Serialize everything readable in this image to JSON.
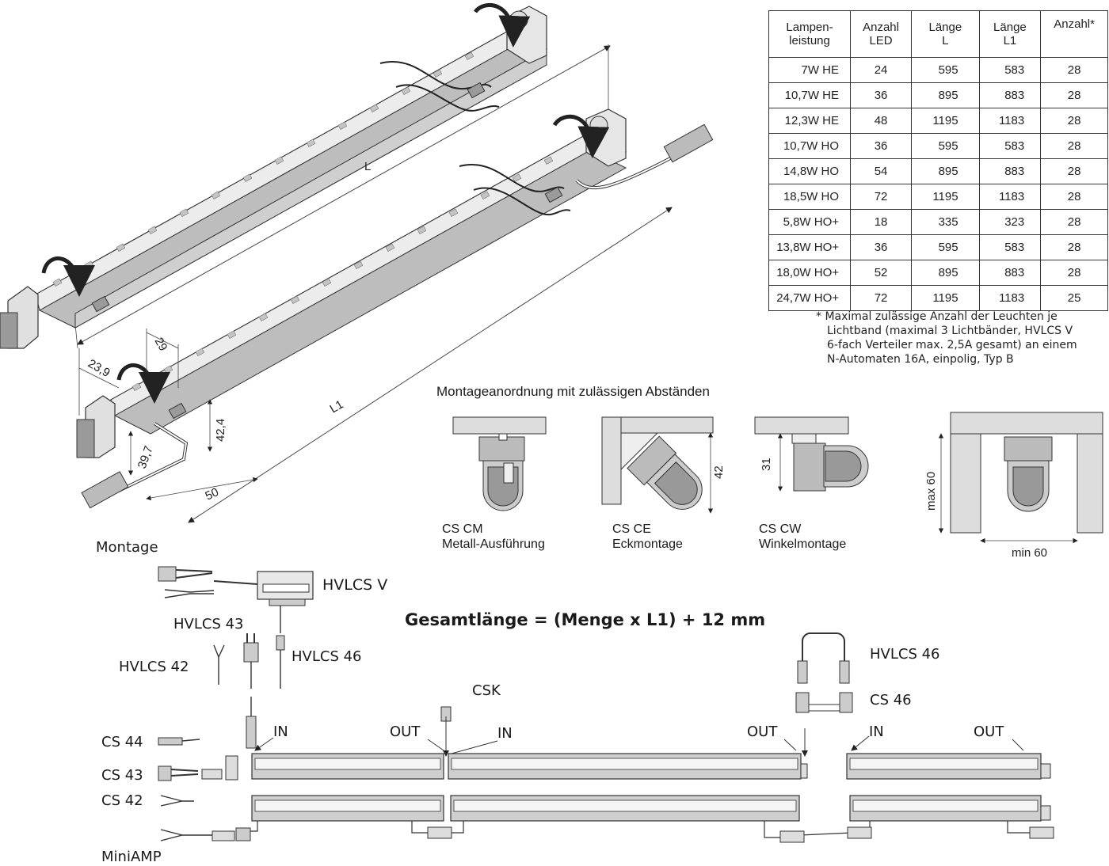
{
  "table": {
    "headers": [
      "Lampen-\nleistung",
      "Anzahl\nLED",
      "Länge\nL",
      "Länge\nL1",
      "Anzahl*"
    ],
    "rows": [
      [
        "7W HE",
        "24",
        "595",
        "583",
        "28"
      ],
      [
        "10,7W HE",
        "36",
        "895",
        "883",
        "28"
      ],
      [
        "12,3W HE",
        "48",
        "1195",
        "1183",
        "28"
      ],
      [
        "10,7W HO",
        "36",
        "595",
        "583",
        "28"
      ],
      [
        "14,8W HO",
        "54",
        "895",
        "883",
        "28"
      ],
      [
        "18,5W HO",
        "72",
        "1195",
        "1183",
        "28"
      ],
      [
        "5,8W HO+",
        "18",
        "335",
        "323",
        "28"
      ],
      [
        "13,8W HO+",
        "36",
        "595",
        "583",
        "28"
      ],
      [
        "18,0W HO+",
        "52",
        "895",
        "883",
        "28"
      ],
      [
        "24,7W HO+",
        "72",
        "1195",
        "1183",
        "25"
      ]
    ]
  },
  "footnote": {
    "lines": [
      "* Maximal zulässige Anzahl der Leuchten je",
      "Lichtband (maximal 3 Lichtbänder, HVLCS V",
      "6-fach Verteiler max. 2,5A gesamt) an einem",
      "N-Automaten 16A, einpolig, Typ B"
    ]
  },
  "dimensions": {
    "L": "L",
    "L1": "L1",
    "d29": "29",
    "d23_9": "23,9",
    "d42_4": "42,4",
    "d39_7": "39,7",
    "d50": "50"
  },
  "montage_label": "Montage",
  "mounting": {
    "title": "Montageanordnung mit zulässigen Abständen",
    "cs_cm": {
      "code": "CS CM",
      "desc": "Metall-Ausführung"
    },
    "cs_ce": {
      "code": "CS CE",
      "desc": "Eckmontage",
      "dim": "42"
    },
    "cs_cw": {
      "code": "CS CW",
      "desc": "Winkelmontage",
      "dim": "31"
    },
    "spacing": {
      "max": "max 60",
      "min": "min 60"
    }
  },
  "formula": "Gesamtlänge = (Menge x L1) + 12 mm",
  "components": {
    "hvlcs_v": "HVLCS V",
    "hvlcs_43": "HVLCS 43",
    "hvlcs_42": "HVLCS 42",
    "hvlcs_46_left": "HVLCS 46",
    "hvlcs_46_right": "HVLCS 46",
    "csk": "CSK",
    "cs_46": "CS 46",
    "cs_44": "CS 44",
    "cs_43": "CS 43",
    "cs_42": "CS 42",
    "miniamp": "MiniAMP"
  },
  "ports": {
    "in1": "IN",
    "out1": "OUT",
    "in2": "IN",
    "out2": "OUT",
    "in3": "IN",
    "out3": "OUT"
  }
}
